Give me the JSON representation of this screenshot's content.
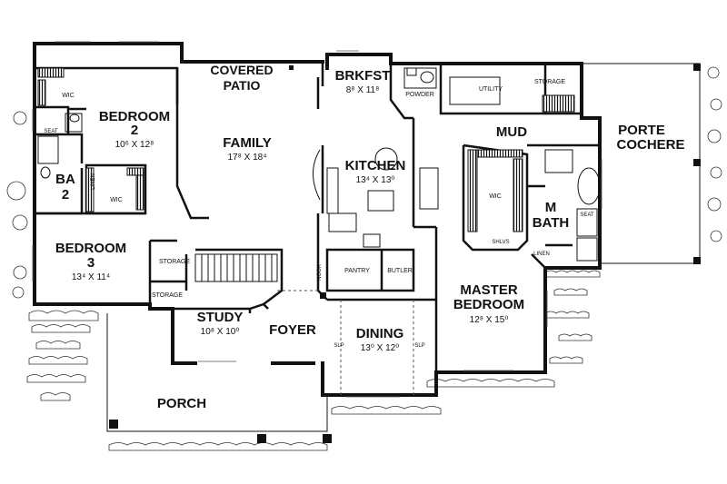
{
  "rooms": {
    "covered_patio": {
      "line1": "COVERED",
      "line2": "PATIO"
    },
    "brkfst": {
      "name": "BRKFST",
      "dims": "8⁸ X 11⁸"
    },
    "powder": {
      "name": "POWDER"
    },
    "utility": {
      "name": "UTILITY"
    },
    "storage_top": {
      "name": "STORAGE"
    },
    "mud": {
      "name": "MUD"
    },
    "porte_cochere": {
      "line1": "PORTE",
      "line2": "COCHERE"
    },
    "wic_top_left": {
      "name": "WIC"
    },
    "bedroom2": {
      "line1": "BEDROOM",
      "line2": "2",
      "dims": "10⁶ X 12⁸"
    },
    "ba2": {
      "line1": "BA",
      "line2": "2"
    },
    "wic_mid_left": {
      "name": "WIC"
    },
    "seat_left": {
      "name": "SEAT"
    },
    "linen_left": {
      "name": "LINEN"
    },
    "family": {
      "name": "FAMILY",
      "dims": "17⁸ X 18⁴"
    },
    "kitchen": {
      "name": "KITCHEN",
      "dims": "13⁴ X 13⁰"
    },
    "wic_master": {
      "name": "WIC"
    },
    "shlvs": {
      "name": "SHLVS"
    },
    "m_bath": {
      "line1": "M",
      "line2": "BATH"
    },
    "seat_master": {
      "name": "SEAT"
    },
    "linen_master": {
      "name": "LINEN"
    },
    "bedroom3": {
      "line1": "BEDROOM",
      "line2": "3",
      "dims": "13⁴ X 11⁴"
    },
    "storage_stair": {
      "name": "STORAGE"
    },
    "storage_lower": {
      "name": "STORAGE"
    },
    "pantry": {
      "name": "PANTRY"
    },
    "butler": {
      "name": "BUTLER"
    },
    "nook": {
      "name": "NOOK"
    },
    "study": {
      "name": "STUDY",
      "dims": "10⁸ X 10⁰"
    },
    "foyer": {
      "name": "FOYER"
    },
    "dining": {
      "name": "DINING",
      "dims": "13⁰ X 12⁰"
    },
    "slp_left": {
      "name": "SLP"
    },
    "slp_right": {
      "name": "SLP"
    },
    "master_bedroom": {
      "line1": "MASTER",
      "line2": "BEDROOM",
      "dims": "12⁸ X 15⁰"
    },
    "porch": {
      "name": "PORCH"
    }
  }
}
